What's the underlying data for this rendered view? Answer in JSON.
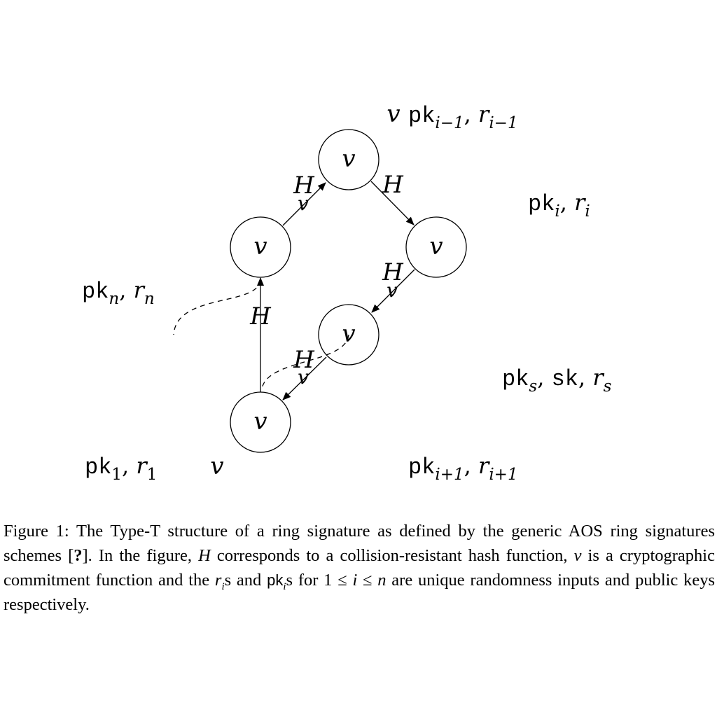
{
  "diagram": {
    "node_label": "v",
    "edge_label": "H",
    "edge_sublabel": "v",
    "floating_v": "v",
    "labels": {
      "top": {
        "pk": "pk",
        "sub": "i−1",
        "r": "r",
        "rsub": "i−1"
      },
      "right_upper": {
        "pk": "pk",
        "sub": "i",
        "r": "r",
        "rsub": "i"
      },
      "left": {
        "pk": "pk",
        "sub": "n",
        "r": "r",
        "rsub": "n"
      },
      "right_mid": {
        "pk": "pk",
        "sub": "s",
        "sk": "sk",
        "r": "r",
        "rsub": "s"
      },
      "bottom_left": {
        "pk": "pk",
        "sub": "1",
        "r": "r",
        "rsub": "1"
      },
      "bottom_right": {
        "pk": "pk",
        "sub": "i+1",
        "r": "r",
        "rsub": "i+1"
      }
    }
  },
  "caption": {
    "figure_label": "Figure 1:",
    "t1": " The Type-T structure of a ring signature as defined by the generic AOS ring signatures schemes [",
    "ref": "?",
    "t2": "]. In the figure, ",
    "H": "H",
    "t3": " corresponds to a collision-resistant hash function, ",
    "v": "v",
    "t4": " is a cryptographic commitment function and the ",
    "r": "r",
    "rsub": "i",
    "t5": "s and ",
    "pk": "pk",
    "pksub": "i",
    "t6": "s for 1 ≤ ",
    "i": "i",
    "t7": " ≤ ",
    "n": "n",
    "t8": " are unique randomness inputs and public keys respectively."
  }
}
